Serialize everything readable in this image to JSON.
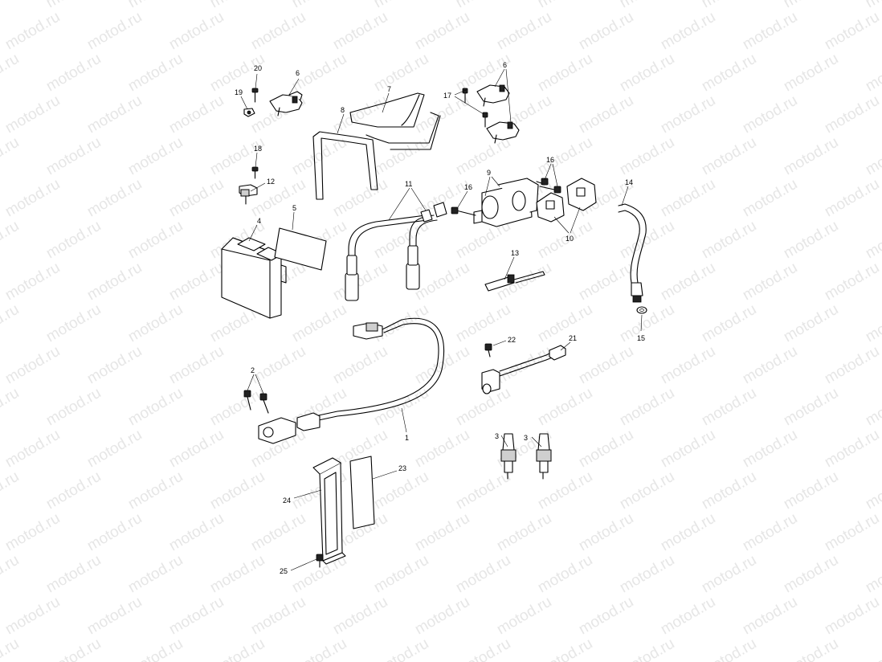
{
  "watermark": "motod.ru",
  "callouts": {
    "c1": "1",
    "c2": "2",
    "c3a": "3",
    "c3b": "3",
    "c4": "4",
    "c5": "5",
    "c6a": "6",
    "c6b": "6",
    "c7": "7",
    "c8": "8",
    "c9": "9",
    "c10": "10",
    "c11": "11",
    "c12": "12",
    "c13": "13",
    "c14": "14",
    "c15": "15",
    "c16a": "16",
    "c16b": "16",
    "c17": "17",
    "c18": "18",
    "c19": "19",
    "c20": "20",
    "c21": "21",
    "c22": "22",
    "c23": "23",
    "c24": "24",
    "c25": "25"
  }
}
